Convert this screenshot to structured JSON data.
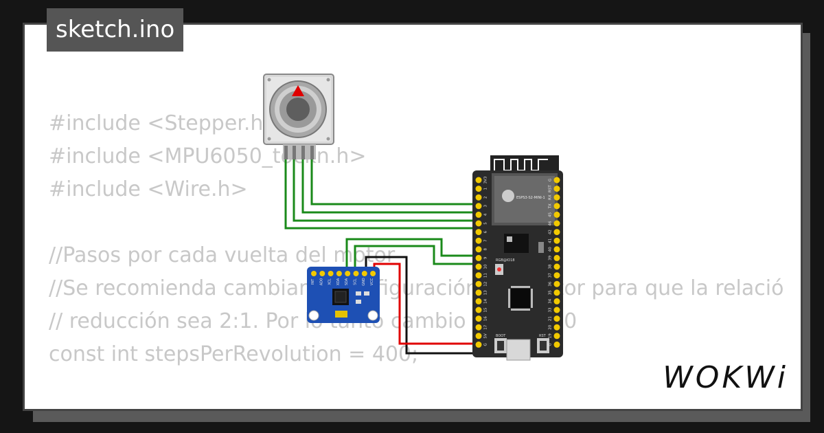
{
  "title": "sketch.ino",
  "code_lines": [
    "#include <Stepper.h>",
    "#include <MPU6050_tockn.h>",
    "#include <Wire.h>",
    "",
    "//Pasos por cada vuelta del motor",
    "//Se recomienda cambiar la configuración del motor para que la relació",
    "// reducción sea 2:1. Por lo tanto cambio 200 a 400",
    "const int stepsPerRevolution = 400;"
  ],
  "board": {
    "chip_label": "ESPS3-S2-MINI-1",
    "rgb_label": "RGB@IO18",
    "boot_label": "BOOT",
    "rst_label": "RST",
    "left_pins": [
      "3V3",
      "1",
      "2",
      "3",
      "4",
      "5",
      "6",
      "7",
      "8",
      "9",
      "10",
      "11",
      "12",
      "13",
      "14",
      "15",
      "16",
      "17",
      "5V",
      "G"
    ],
    "right_pins": [
      "G",
      "RST",
      "RX",
      "TX",
      "45",
      "46",
      "42",
      "41",
      "40",
      "39",
      "38",
      "37",
      "36",
      "35",
      "34",
      "33",
      "21",
      "20",
      "19",
      "G"
    ]
  },
  "sensor": {
    "pins": [
      "INT",
      "AD0",
      "XCL",
      "XDA",
      "SDA",
      "SCL",
      "GND",
      "VCC"
    ]
  },
  "brand": "WOKWi",
  "colors": {
    "wire_green": "#1a8a1a",
    "wire_red": "#e00000",
    "wire_black": "#111111",
    "board": "#2b2b2b",
    "pin_gold": "#f2c900",
    "sensor_blue": "#1e50b4"
  }
}
